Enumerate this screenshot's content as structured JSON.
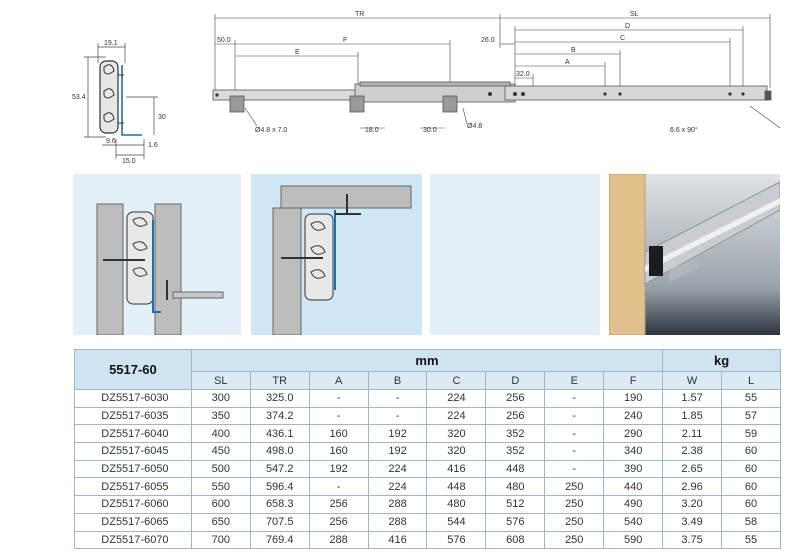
{
  "drawing": {
    "profile_labels": {
      "width_top": "19.1",
      "height": "53.4",
      "inner_height": "30",
      "bottom_left": "9.6",
      "bottom_small": "1.6",
      "bottom_width": "15.0"
    },
    "rail_labels": {
      "tr": "TR",
      "sl": "SL",
      "d": "D",
      "c": "C",
      "b": "B",
      "a": "A",
      "f": "F",
      "e": "E",
      "v50": "50.0",
      "v26": "26.0",
      "v32": "32.0",
      "hole1": "Ø4.8 x 7.0",
      "v18": "18.0",
      "v30": "30.0",
      "hole2": "Ø4.8",
      "hole3": "6.6 x 90°"
    }
  },
  "panels": {
    "panel1": "side mounting illustration",
    "panel2": "under mounting illustration",
    "panel3": "blank panel",
    "panel4": "product photo"
  },
  "table": {
    "model": "5517-60",
    "group_mm": "mm",
    "group_kg": "kg",
    "columns": [
      "SL",
      "TR",
      "A",
      "B",
      "C",
      "D",
      "E",
      "F",
      "W",
      "L"
    ],
    "rows": [
      [
        "DZ5517-6030",
        "300",
        "325.0",
        "-",
        "-",
        "224",
        "256",
        "-",
        "190",
        "1.57",
        "55"
      ],
      [
        "DZ5517-6035",
        "350",
        "374.2",
        "-",
        "-",
        "224",
        "256",
        "-",
        "240",
        "1.85",
        "57"
      ],
      [
        "DZ5517-6040",
        "400",
        "436.1",
        "160",
        "192",
        "320",
        "352",
        "-",
        "290",
        "2.11",
        "59"
      ],
      [
        "DZ5517-6045",
        "450",
        "498.0",
        "160",
        "192",
        "320",
        "352",
        "-",
        "340",
        "2.38",
        "60"
      ],
      [
        "DZ5517-6050",
        "500",
        "547.2",
        "192",
        "224",
        "416",
        "448",
        "-",
        "390",
        "2.65",
        "60"
      ],
      [
        "DZ5517-6055",
        "550",
        "596.4",
        "-",
        "224",
        "448",
        "480",
        "250",
        "440",
        "2.96",
        "60"
      ],
      [
        "DZ5517-6060",
        "600",
        "658.3",
        "256",
        "288",
        "480",
        "512",
        "250",
        "490",
        "3.20",
        "60"
      ],
      [
        "DZ5517-6065",
        "650",
        "707.5",
        "256",
        "288",
        "544",
        "576",
        "250",
        "540",
        "3.49",
        "58"
      ],
      [
        "DZ5517-6070",
        "700",
        "769.4",
        "288",
        "416",
        "576",
        "608",
        "250",
        "590",
        "3.75",
        "55"
      ]
    ]
  }
}
